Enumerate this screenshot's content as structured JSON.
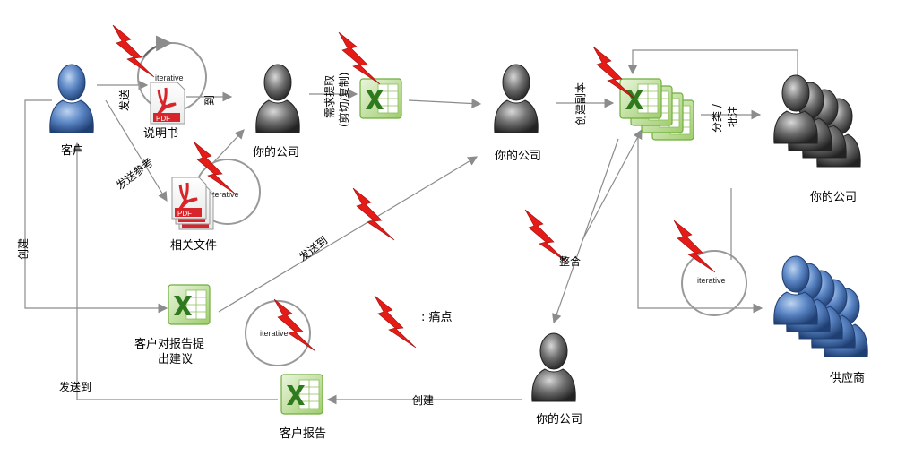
{
  "nodes": {
    "customer": "客户",
    "manual": "说明书",
    "related_docs": "相关文件",
    "your_company_1": "你的公司",
    "your_company_2": "你的公司",
    "your_company_3": "你的公司",
    "your_company_4": "你的公司",
    "suppliers": "供应商",
    "customer_suggestions_line1": "客户对报告提",
    "customer_suggestions_line2": "出建议",
    "customer_report": "客户报告"
  },
  "edges": {
    "send": "发送",
    "to": "到",
    "send_reference": "发送参考",
    "create_left": "创建",
    "send_to_mid": "发送到",
    "req_line1": "需求提取",
    "req_line2": "(剪切/复制)",
    "create_copy": "创建副本",
    "classify_line1": "分类 /",
    "classify_line2": "批注",
    "integrate": "整合",
    "create_bottom": "创建",
    "send_to_bottom": "发送到"
  },
  "iterative": "iterative",
  "pdf_label": "PDF",
  "legend": ": 痛点",
  "icons": {
    "person": "person-icon",
    "pdf": "pdf-file-icon",
    "excel": "excel-file-icon",
    "lightning": "lightning-icon",
    "cycle": "iterative-cycle-icon"
  },
  "colors": {
    "blue_person": "#5b86c5",
    "gray_person": "#707070",
    "lightning": "#e41b17",
    "excel_green": "#6fae3c",
    "pdf_red": "#d6262b"
  }
}
